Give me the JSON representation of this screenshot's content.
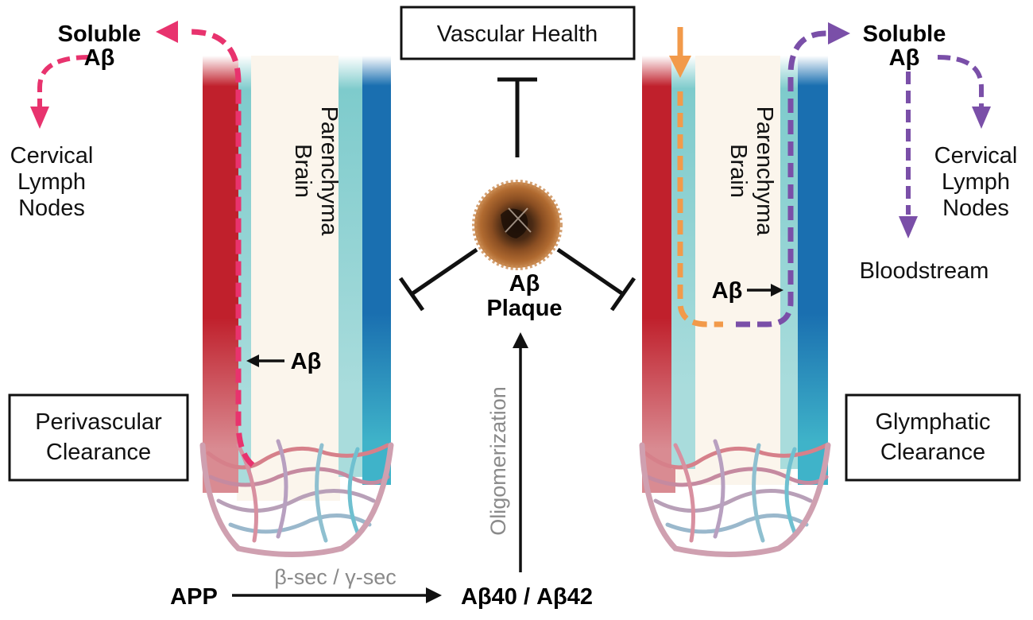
{
  "labels": {
    "vascular_health": "Vascular Health",
    "soluble_left": "Soluble",
    "abeta_left": "Aβ",
    "cervical_left": [
      "Cervical",
      "Lymph",
      "Nodes"
    ],
    "soluble_right": "Soluble",
    "abeta_right": "Aβ",
    "cervical_right": [
      "Cervical",
      "Lymph",
      "Nodes"
    ],
    "bloodstream": "Bloodstream",
    "brain_left": [
      "Brain",
      "Parenchyma"
    ],
    "brain_right": [
      "Brain",
      "Parenchyma"
    ],
    "abeta_vessel_left": "Aβ",
    "abeta_vessel_right": "Aβ",
    "plaque": [
      "Aβ",
      "Plaque"
    ],
    "perivascular": [
      "Perivascular",
      "Clearance"
    ],
    "glymphatic": [
      "Glymphatic",
      "Clearance"
    ],
    "oligomerization": "Oligomerization",
    "app": "APP",
    "secretase": "β-sec / γ-sec",
    "abeta4042": "Aβ40 / Aβ42"
  },
  "colors": {
    "artery": "#c0202c",
    "vein": "#1a6fb0",
    "perivascular_flow": "#e8336e",
    "glymphatic_in": "#f29a4a",
    "glymphatic_out": "#7a4fa8",
    "perivascular_space": "#7ecbcc",
    "parenchyma": "#fbf5ec",
    "plaque": "#7a4320"
  }
}
